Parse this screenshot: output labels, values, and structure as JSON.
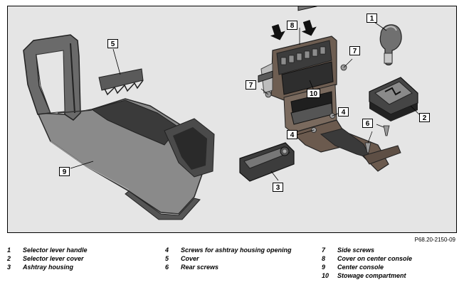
{
  "figure": {
    "reference": "P68.20-2150-09",
    "callouts": [
      {
        "id": "1",
        "label": "1"
      },
      {
        "id": "2",
        "label": "2"
      },
      {
        "id": "3",
        "label": "3"
      },
      {
        "id": "4a",
        "label": "4"
      },
      {
        "id": "4b",
        "label": "4"
      },
      {
        "id": "5",
        "label": "5"
      },
      {
        "id": "6",
        "label": "6"
      },
      {
        "id": "7a",
        "label": "7"
      },
      {
        "id": "7b",
        "label": "7"
      },
      {
        "id": "8",
        "label": "8"
      },
      {
        "id": "9",
        "label": "9"
      },
      {
        "id": "10",
        "label": "10"
      }
    ]
  },
  "legend": [
    {
      "num": "1",
      "text": "Selector lever handle"
    },
    {
      "num": "2",
      "text": "Selector lever cover"
    },
    {
      "num": "3",
      "text": "Ashtray housing"
    },
    {
      "num": "4",
      "text": "Screws for ashtray housing opening"
    },
    {
      "num": "5",
      "text": "Cover"
    },
    {
      "num": "6",
      "text": "Rear screws"
    },
    {
      "num": "7",
      "text": "Side screws"
    },
    {
      "num": "8",
      "text": "Cover on center console"
    },
    {
      "num": "9",
      "text": "Center console"
    },
    {
      "num": "10",
      "text": "Stowage compartment"
    }
  ]
}
